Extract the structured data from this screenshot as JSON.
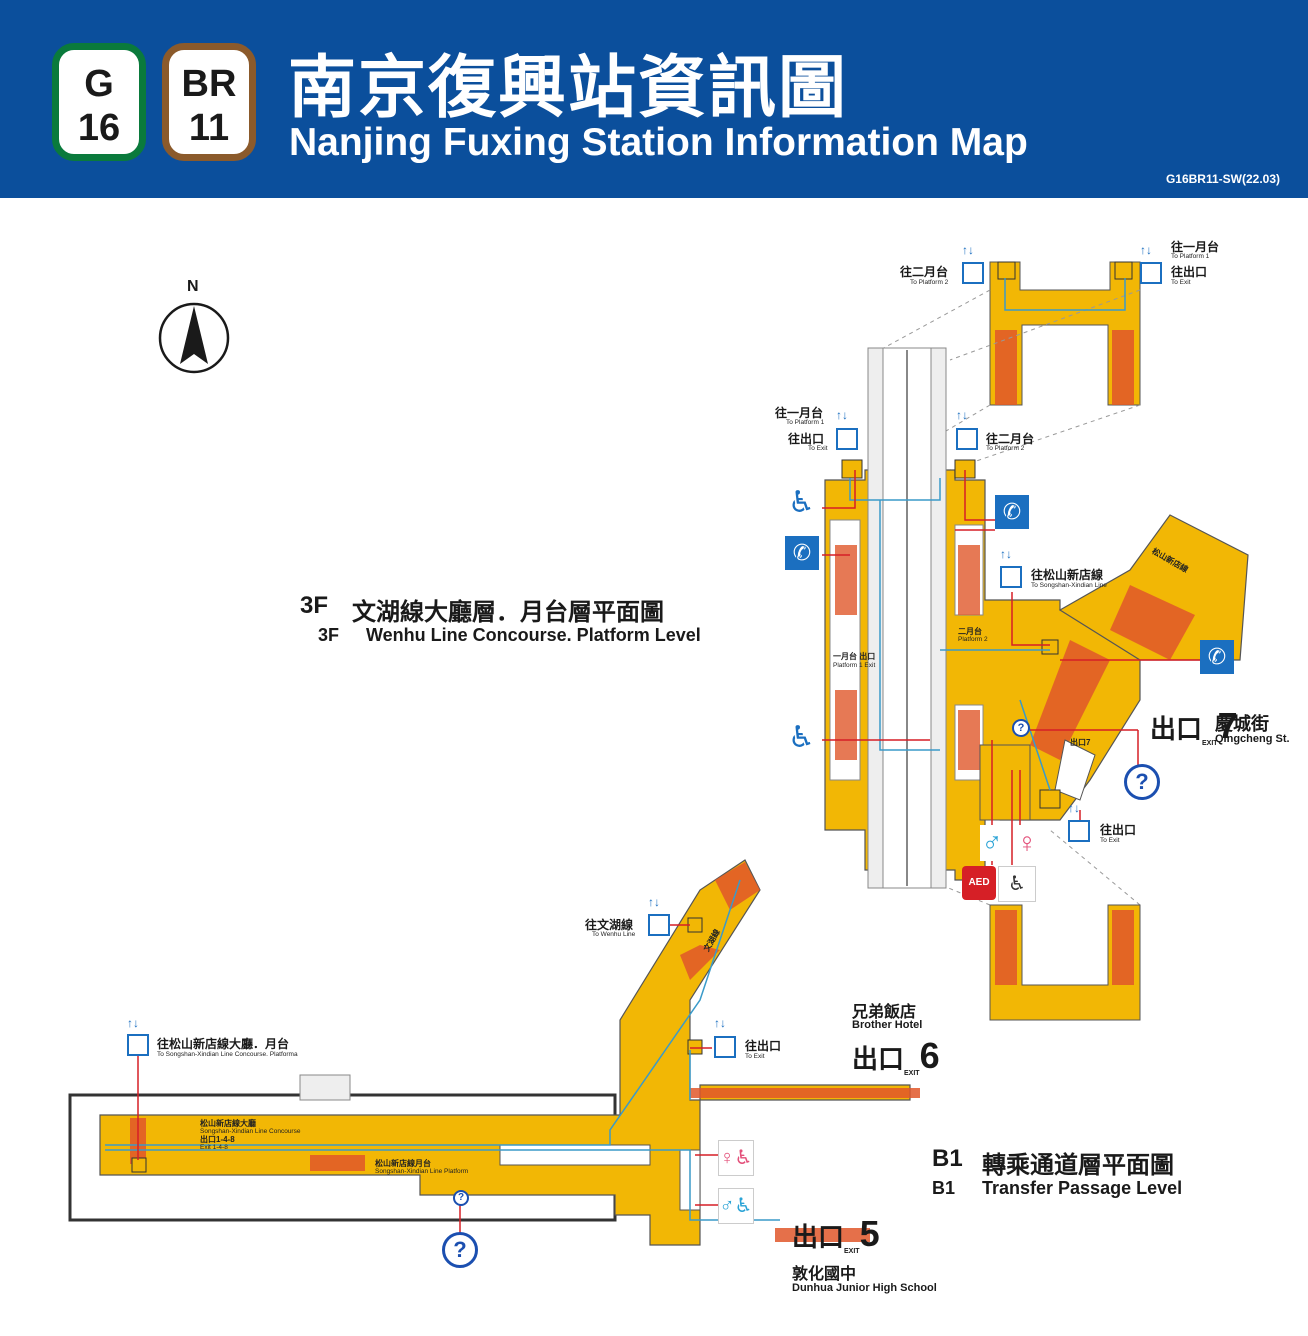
{
  "header": {
    "badge_g_line": "G",
    "badge_g_num": "16",
    "badge_br_line": "BR",
    "badge_br_num": "11",
    "title_zh": "南京復興站資訊圖",
    "title_en": "Nanjing Fuxing Station Information Map",
    "code": "G16BR11-SW(22.03)"
  },
  "compass": {
    "label": "N"
  },
  "levels": {
    "f3": {
      "code": "3F",
      "name_zh": "文湖線大廳層．月台層平面圖",
      "name_en": "Wenhu Line Concourse. Platform Level"
    },
    "b1": {
      "code": "B1",
      "name_zh": "轉乘通道層平面圖",
      "name_en": "Transfer Passage Level"
    }
  },
  "labels": {
    "to_platform2_top": {
      "zh": "往二月台",
      "en": "To Platform 2"
    },
    "to_platform1_top": {
      "zh": "往一月台",
      "en": "To Platform 1"
    },
    "to_exit_top": {
      "zh": "往出口",
      "en": "To Exit"
    },
    "to_platform1_left": {
      "zh": "往一月台",
      "en": "To Platform 1"
    },
    "to_exit_left": {
      "zh": "往出口",
      "en": "To Exit"
    },
    "to_platform2_right": {
      "zh": "往二月台",
      "en": "To Platform 2"
    },
    "to_songshan": {
      "zh": "往松山新店線",
      "en": "To Songshan-Xindian Line"
    },
    "to_exit_bottom": {
      "zh": "往出口",
      "en": "To Exit"
    },
    "to_wenhu": {
      "zh": "往文湖線",
      "en": "To Wenhu Line"
    },
    "to_exit_b1": {
      "zh": "往出口",
      "en": "To Exit"
    },
    "to_songshan_concourse": {
      "zh": "往松山新店線大廳．月台",
      "en": "To Songshan-Xindian Line Concourse. Platforma"
    },
    "platform2_small": {
      "zh": "二月台",
      "en": "Platform 2"
    },
    "platform1_exit_small": {
      "zh": "一月台 出口",
      "en": "Platform 1 Exit"
    },
    "songshan_concourse_small": {
      "zh": "松山新店線大廳",
      "en": "Songshan-Xindian Line Concourse"
    },
    "exit_148": {
      "zh": "出口1-4-8",
      "en": "Exit 1-4-8"
    },
    "songshan_platform_small": {
      "zh": "松山新店線月台",
      "en": "Songshan-Xindian Line Platform"
    },
    "songshan_diag": "松山新店線",
    "wenhu_diag": "文湖線",
    "exit7_small": "出口7"
  },
  "exits": {
    "exit7": {
      "glyph": "出口",
      "sub": "EXIT",
      "num": "7",
      "name_zh": "慶城街",
      "name_en": "Qingcheng St."
    },
    "exit6": {
      "glyph": "出口",
      "sub": "EXIT",
      "num": "6",
      "name_zh": "兄弟飯店",
      "name_en": "Brother Hotel"
    },
    "exit5": {
      "glyph": "出口",
      "sub": "EXIT",
      "num": "5",
      "name_zh": "敦化國中",
      "name_en": "Dunhua Junior High School"
    }
  },
  "icons": {
    "phone": "phone-icon",
    "wheelchair": "wheelchair-icon",
    "info": "?",
    "aed": "AED",
    "elevator": "elevator-icon"
  },
  "colors": {
    "header_blue": "#0b4f9c",
    "wenhu_brown": "#8b5a2b",
    "green_line": "#0a7a3c",
    "concourse_yellow": "#f2b705",
    "stair_orange": "#e0572a",
    "route_teal": "#3a9ac9",
    "pointer_red": "#d61f26",
    "icon_blue": "#1b6fc0"
  }
}
